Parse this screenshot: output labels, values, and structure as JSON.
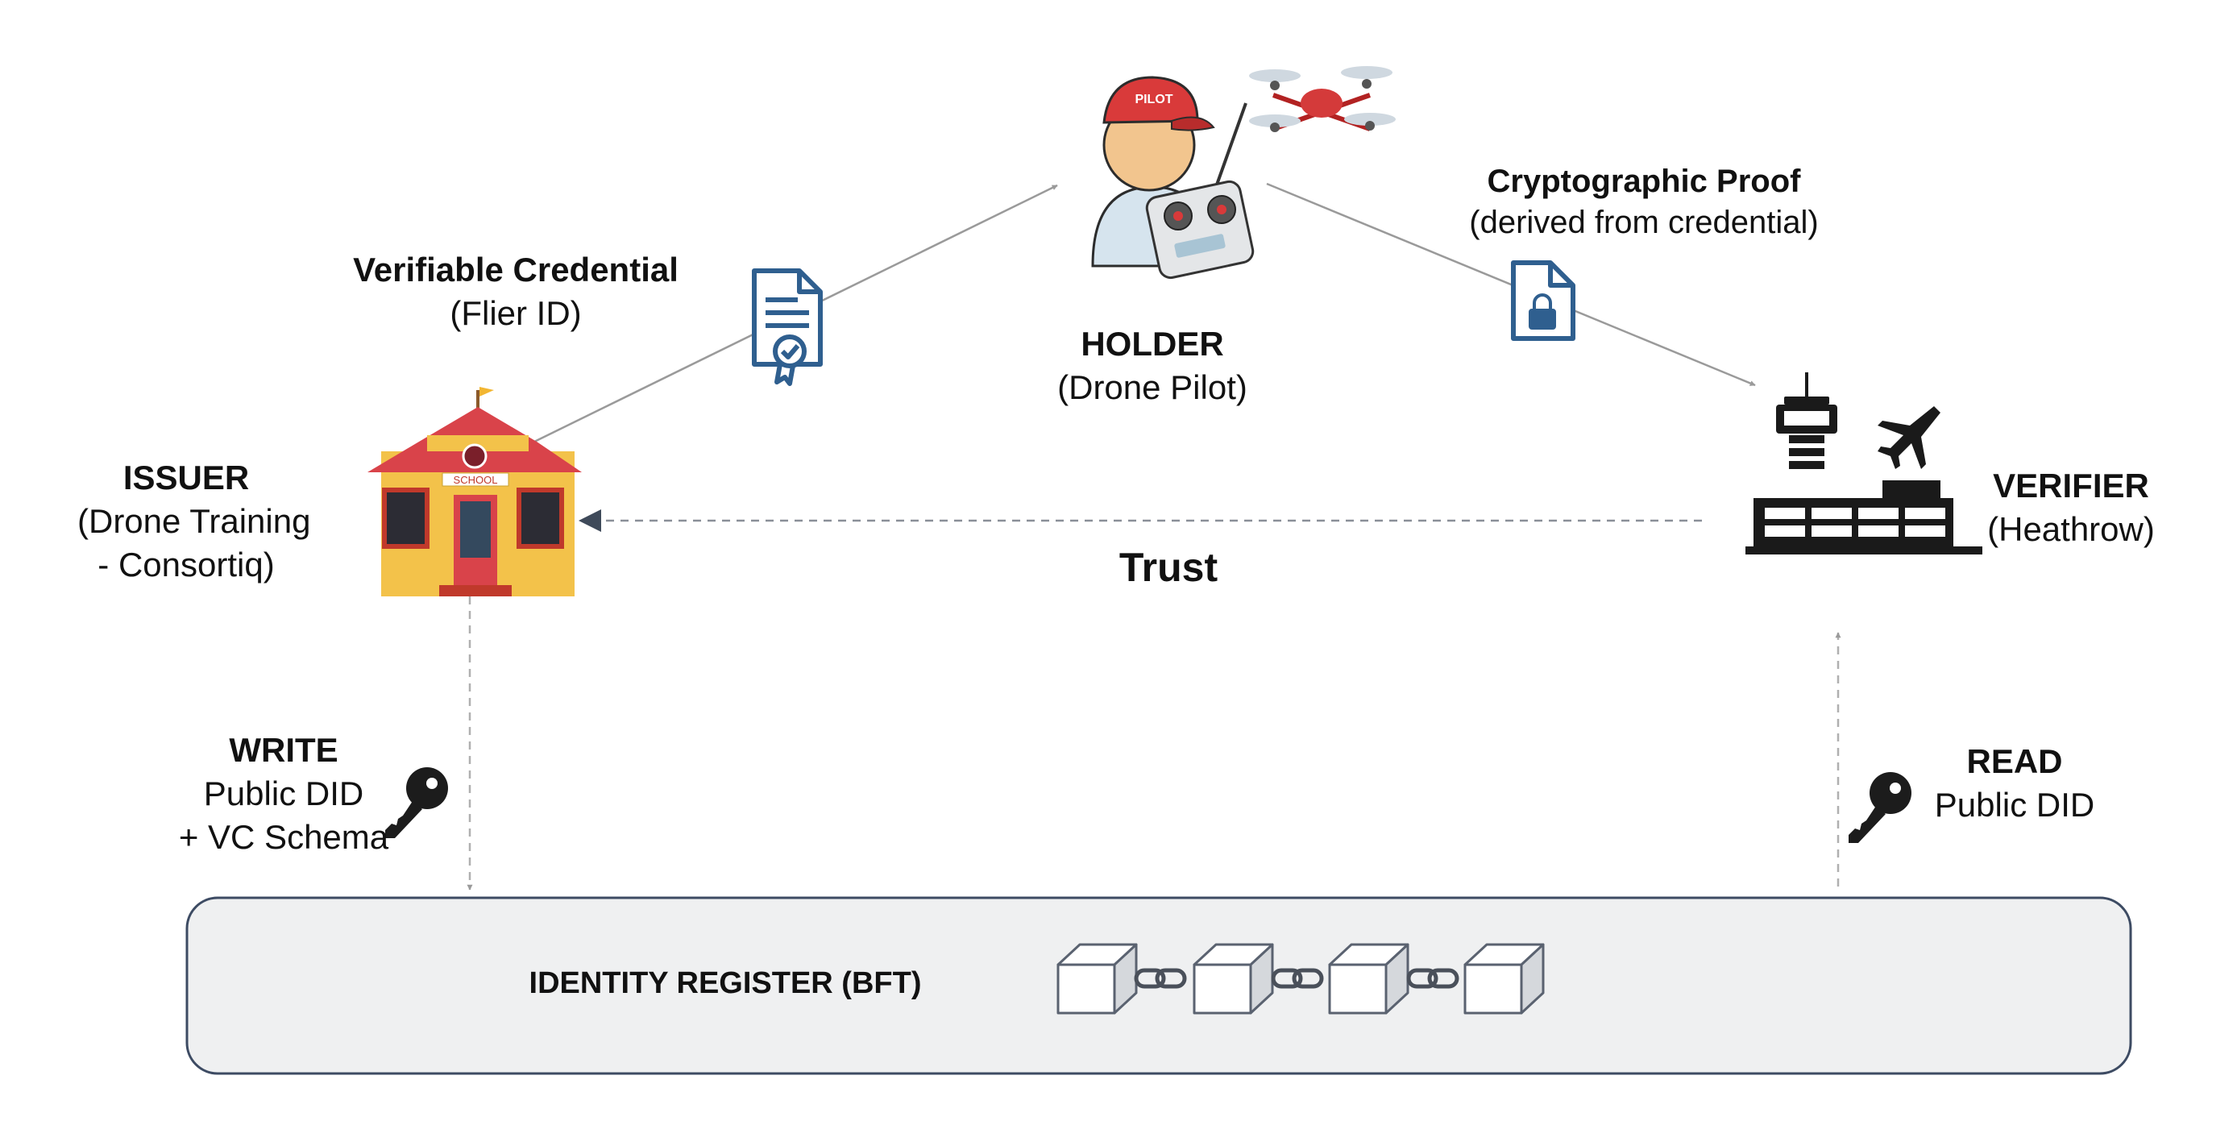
{
  "issuer": {
    "role": "ISSUER",
    "name_line1": "(Drone Training",
    "name_line2": "- Consortiq)"
  },
  "holder": {
    "role": "HOLDER",
    "name": "(Drone Pilot)",
    "cap_text": "PILOT"
  },
  "verifier": {
    "role": "VERIFIER",
    "name": "(Heathrow)"
  },
  "credential": {
    "title": "Verifiable Credential",
    "subtitle": "(Flier ID)"
  },
  "proof": {
    "title": "Cryptographic Proof",
    "subtitle": "(derived from credential)"
  },
  "trust": {
    "label": "Trust"
  },
  "write": {
    "title": "WRITE",
    "line1": "Public DID",
    "line2": "+ VC Schema"
  },
  "read": {
    "title": "READ",
    "line1": "Public DID"
  },
  "register": {
    "label": "IDENTITY REGISTER (BFT)",
    "block_count": 4
  },
  "school": {
    "sign": "SCHOOL"
  },
  "colors": {
    "doc_icon": "#2f5f8f",
    "house_wall": "#f3c24a",
    "house_roof": "#d9434a",
    "arrow": "#9a9a9a",
    "trust_arrow": "#3f4a5a",
    "register_bg": "#eff0f1",
    "register_border": "#3d4b63"
  }
}
